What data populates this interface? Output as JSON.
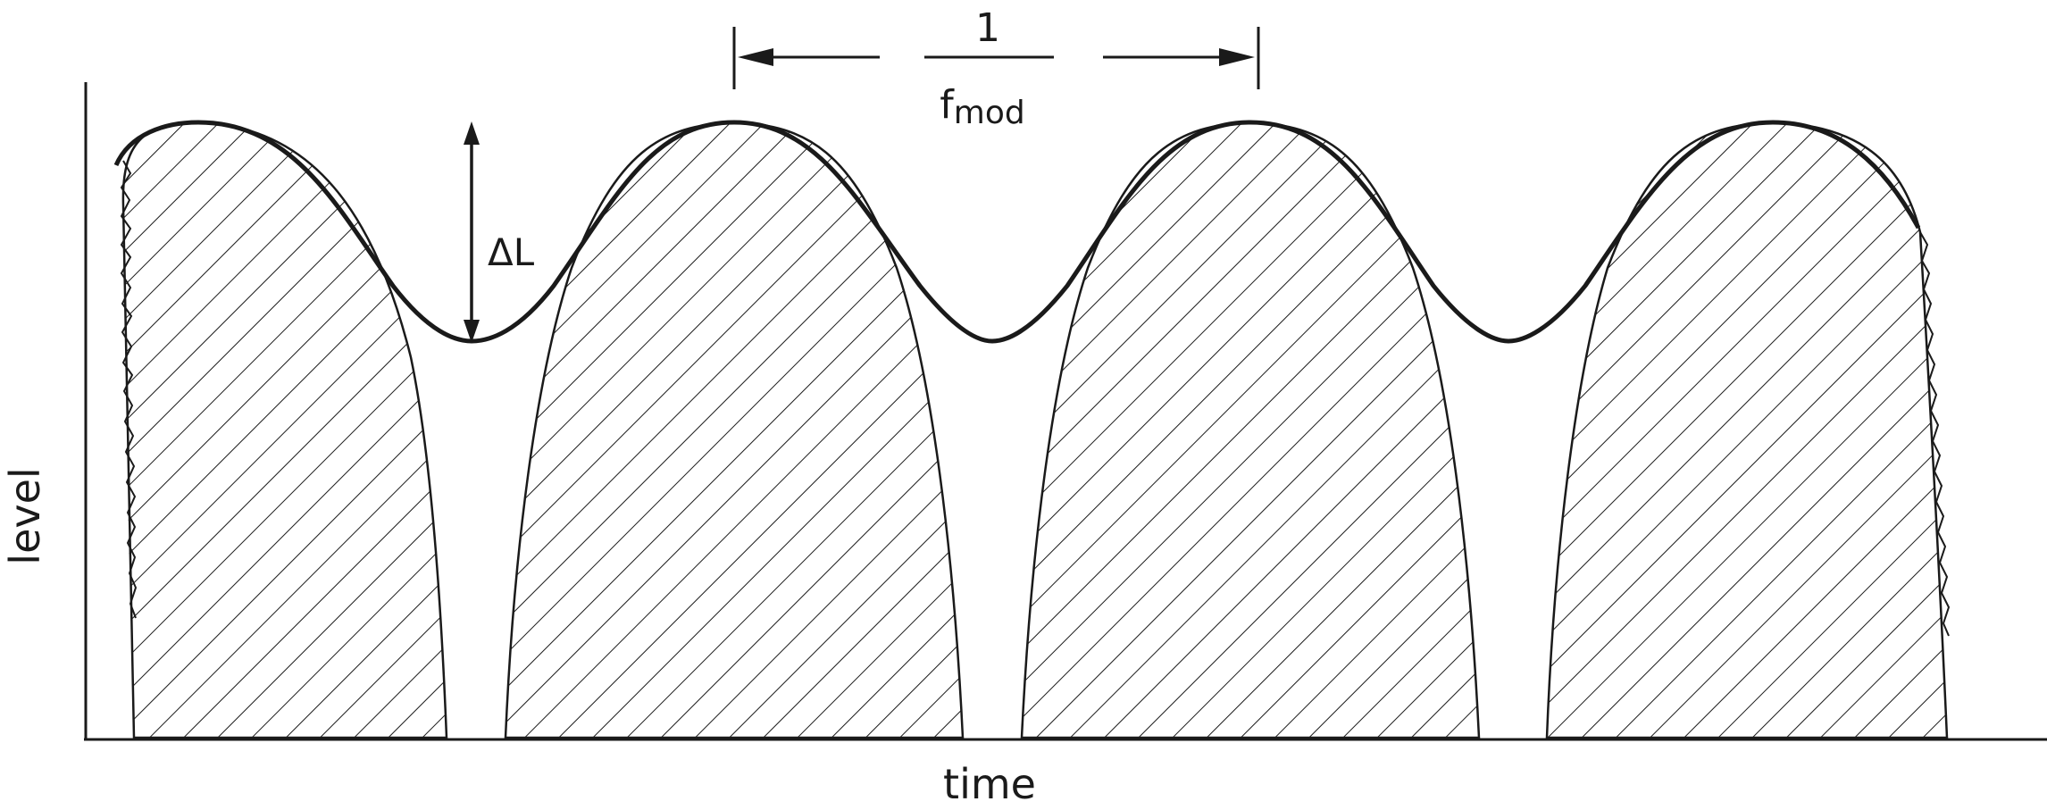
{
  "diagram": {
    "y_axis_label": "level",
    "x_axis_label": "time",
    "depth_label": "ΔL",
    "period_numerator": "1",
    "period_denominator_base": "f",
    "period_denominator_sub": "mod",
    "ink_color": "#1a1a1a",
    "background_color": "#ffffff"
  }
}
